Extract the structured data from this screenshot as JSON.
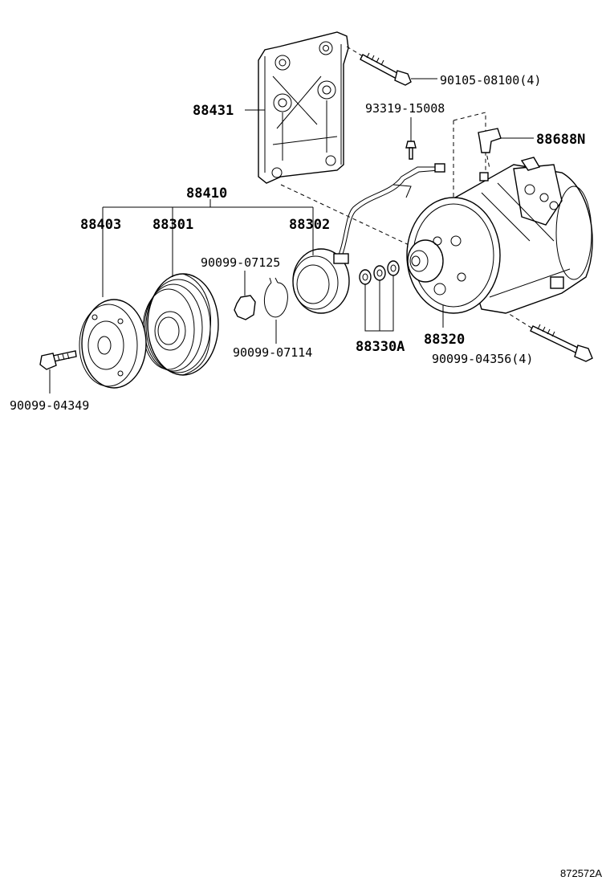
{
  "labels": {
    "bracket": "88431",
    "bolt_top": "90105-08100(4)",
    "screw": "93319-15008",
    "bracket_small": "88688N",
    "clutch_assy": "88410",
    "hub": "88403",
    "pulley": "88301",
    "stator": "88302",
    "shim_a": "90099-07125",
    "snap_ring": "90099-07114",
    "shims": "88330A",
    "compressor": "88320",
    "bolt_bottom": "90099-04356(4)",
    "center_bolt": "90099-04349"
  },
  "reference": "872572A"
}
